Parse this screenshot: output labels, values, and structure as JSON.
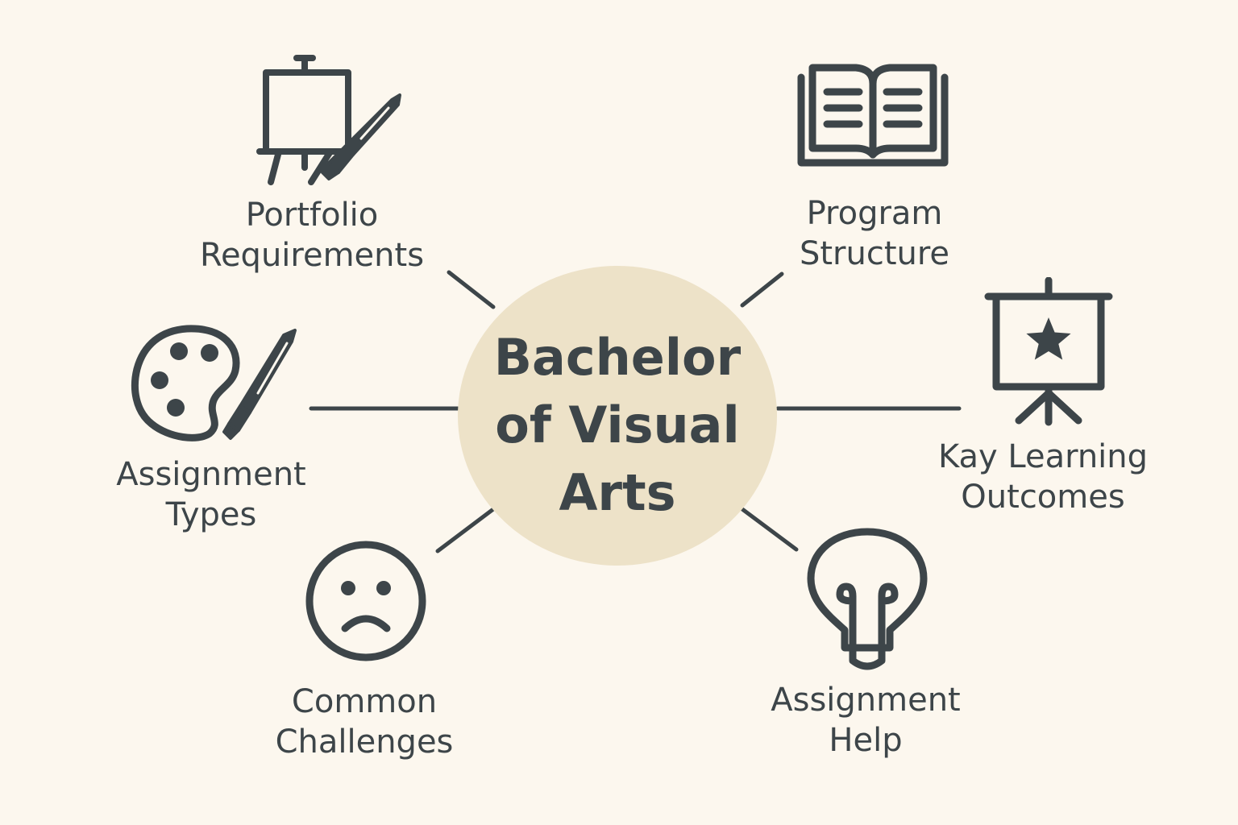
{
  "center": {
    "title_lines": [
      "Bachelor",
      "of Visual",
      "Arts"
    ]
  },
  "nodes": {
    "portfolio_requirements": {
      "icon": "easel-paintbrush-icon",
      "label_lines": [
        "Portfolio",
        "Requirements"
      ]
    },
    "program_structure": {
      "icon": "open-book-icon",
      "label_lines": [
        "Program",
        "Structure"
      ]
    },
    "assignment_types": {
      "icon": "palette-paintbrush-icon",
      "label_lines": [
        "Assignment",
        "Types"
      ]
    },
    "key_learning_outcomes": {
      "icon": "presentation-board-star-icon",
      "label_lines": [
        "Kay Learning",
        "Outcomes"
      ]
    },
    "common_challenges": {
      "icon": "sad-face-icon",
      "label_lines": [
        "Common",
        "Challenges"
      ]
    },
    "assignment_help": {
      "icon": "lightbulb-icon",
      "label_lines": [
        "Assignment",
        "Help"
      ]
    }
  },
  "colors": {
    "background": "#fcf7ee",
    "hub": "#ede2c8",
    "ink": "#3d4549"
  }
}
